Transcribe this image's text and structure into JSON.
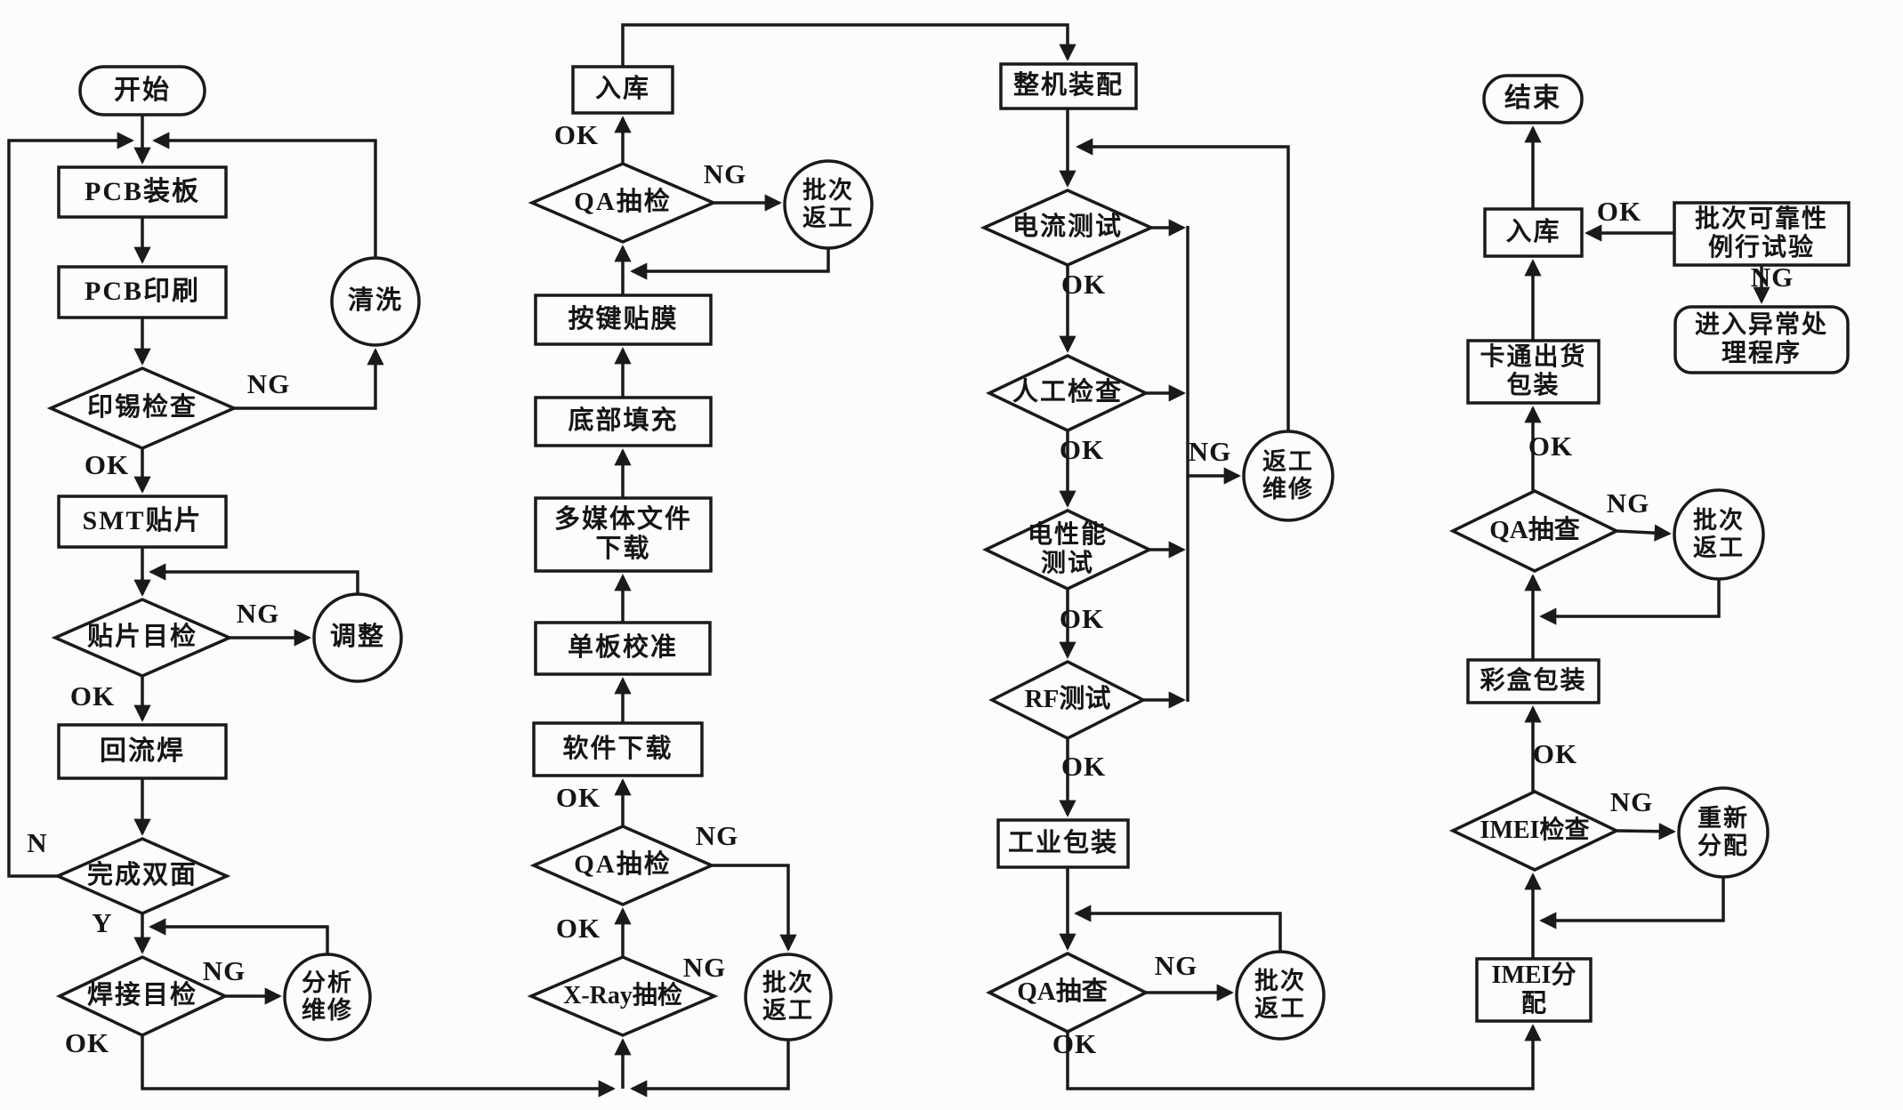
{
  "diagram_type": "flowchart",
  "colors": {
    "line": "#1a1a1a",
    "shape_fill": "#fcfcfc",
    "background": "#fcfcfc",
    "text": "#151515"
  },
  "nodes": {
    "start": "开始",
    "pcb_mount": "PCB装板",
    "pcb_print": "PCB印刷",
    "solder_check": "印锡检查",
    "clean": "清洗",
    "smt": "SMT贴片",
    "mount_inspect": "贴片目检",
    "adjust": "调整",
    "reflow": "回流焊",
    "double_side": "完成双面",
    "weld_inspect": "焊接目检",
    "analyze_repair": "分析\n维修",
    "storage1": "入库",
    "qa_check1": "QA抽检",
    "batch_rework1": "批次\n返工",
    "keypad_film": "按键贴膜",
    "underfill": "底部填充",
    "media_download": "多媒体文件\n下载",
    "board_calib": "单板校准",
    "software_download": "软件下载",
    "qa_check2": "QA抽检",
    "xray_check": "X-Ray抽检",
    "batch_rework2": "批次\n返工",
    "assembly": "整机装配",
    "current_test": "电流测试",
    "manual_check": "人工检查",
    "electrical_test": "电性能\n测试",
    "rf_test": "RF测试",
    "rework_repair": "返工\n维修",
    "industrial_pack": "工业包装",
    "qa_spot1": "QA抽查",
    "batch_rework3": "批次\n返工",
    "end": "结束",
    "storage2": "入库",
    "reliability_test": "批次可靠性\n例行试验",
    "abnormal_process": "进入异常处\n理程序",
    "carton_pack": "卡通出货\n包装",
    "qa_spot2": "QA抽查",
    "batch_rework4": "批次\n返工",
    "color_box_pack": "彩盒包装",
    "imei_check": "IMEI检查",
    "reassign": "重新\n分配",
    "imei_assign": "IMEI分\n配"
  },
  "edges": {
    "solder_ng": "NG",
    "solder_ok": "OK",
    "mount_ng": "NG",
    "mount_ok": "OK",
    "double_n": "N",
    "double_y": "Y",
    "weld_ng": "NG",
    "weld_ok": "OK",
    "qa1_ok": "OK",
    "qa1_ng": "NG",
    "qa2_ok": "OK",
    "qa2_ng": "NG",
    "xray_ok": "OK",
    "xray_ng": "NG",
    "current_ok": "OK",
    "manual_ok": "OK",
    "elec_ok": "OK",
    "rf_ok": "OK",
    "bus_ng": "NG",
    "qa3_ng": "NG",
    "qa3_ok": "OK",
    "rel_ok": "OK",
    "rel_ng": "NG",
    "qa4_ok": "OK",
    "qa4_ng": "NG",
    "imei_ok": "OK",
    "imei_ng": "NG"
  }
}
